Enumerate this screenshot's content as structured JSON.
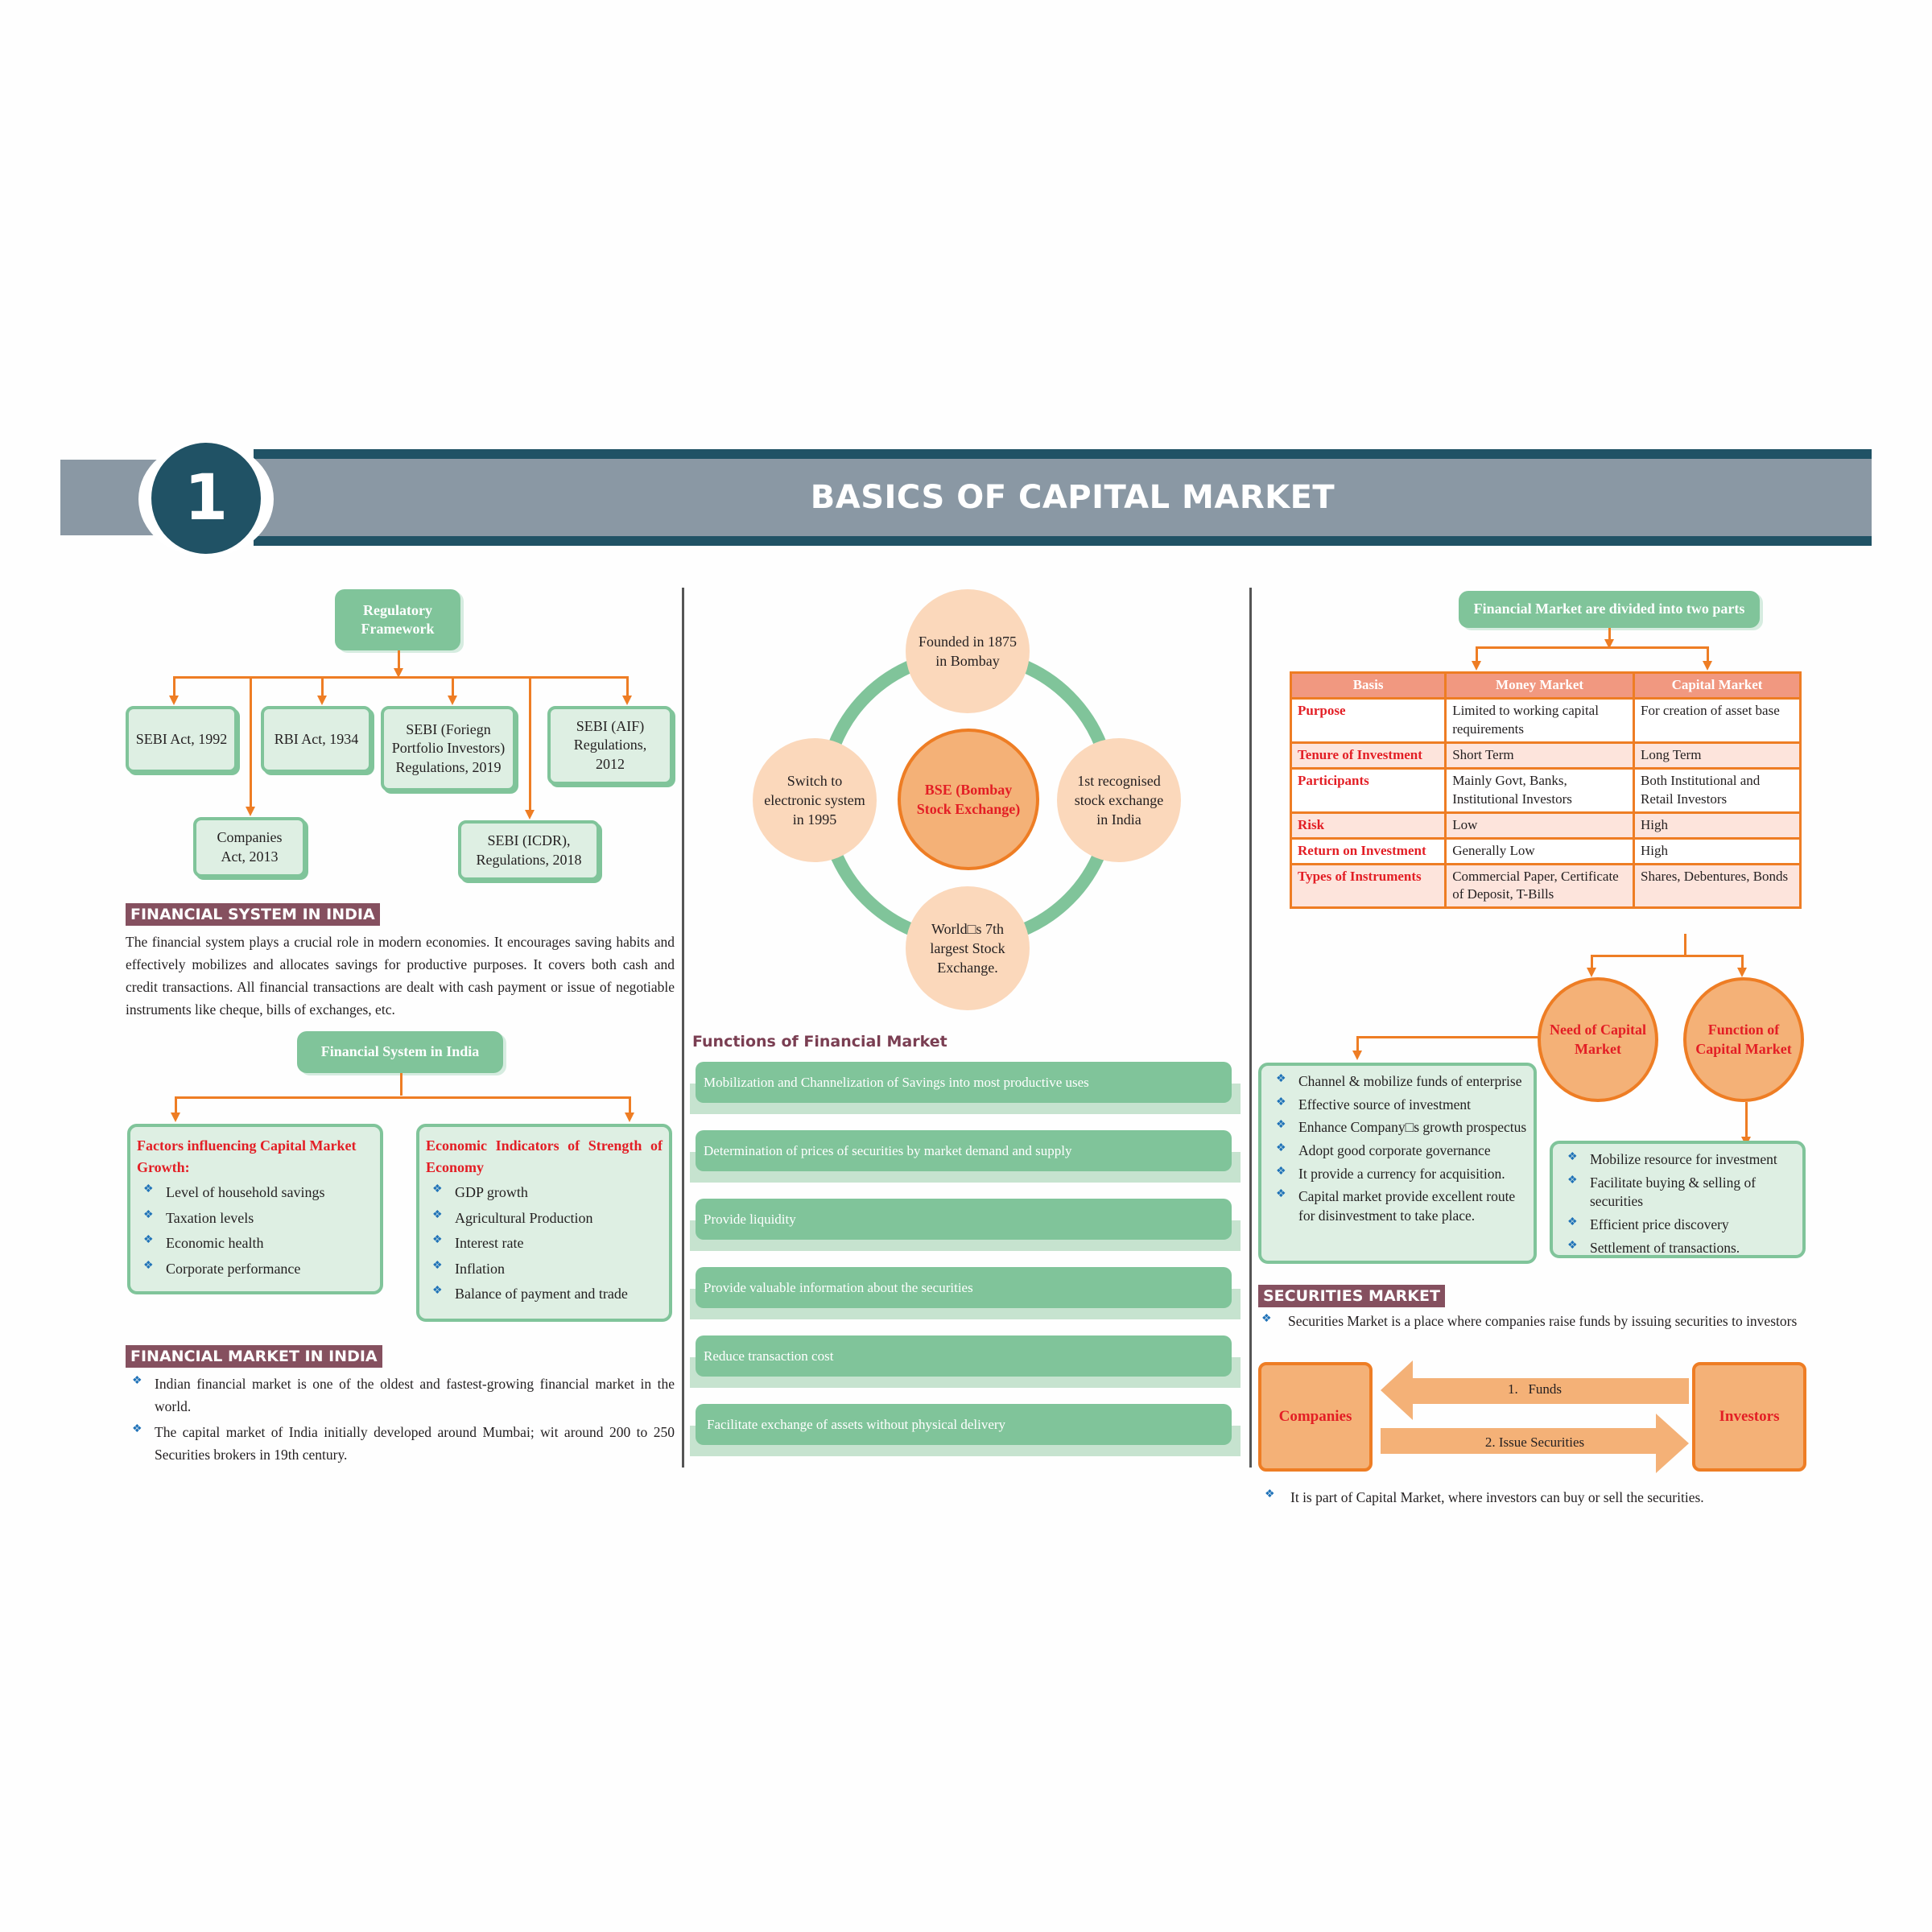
{
  "header": {
    "chapter_number": "1",
    "title": "BASICS OF CAPITAL MARKET"
  },
  "regulatory": {
    "root": "Regulatory Framework",
    "items": [
      "SEBI Act, 1992",
      "RBI Act, 1934",
      "SEBI (Foriegn Portfolio Investors) Regulations, 2019",
      "SEBI (AIF) Regulations, 2012",
      "Companies Act, 2013",
      "SEBI (ICDR), Regulations, 2018"
    ]
  },
  "financial_system": {
    "heading": "FINANCIAL SYSTEM IN INDIA",
    "paragraph": "The financial system plays a crucial role in modern economies. It encourages saving habits and effectively mobilizes and allocates savings for productive purposes. It covers both cash and credit transactions. All financial transactions are dealt with cash payment or issue of negotiable instruments like cheque, bills of exchanges, etc.",
    "root": "Financial System in India",
    "factors": {
      "title": "Factors influencing Capital Market Growth:",
      "items": [
        "Level of household savings",
        "Taxation levels",
        "Economic health",
        "Corporate performance"
      ]
    },
    "indicators": {
      "title": "Economic Indicators of Strength of Economy",
      "items": [
        "GDP growth",
        "Agricultural Production",
        "Interest rate",
        "Inflation",
        "Balance of payment and trade"
      ]
    }
  },
  "financial_market": {
    "heading": "FINANCIAL MARKET IN INDIA",
    "items": [
      "Indian financial market is one of the oldest and fastest-growing financial market in the world.",
      "The capital market of India initially developed around Mumbai; wit around 200 to 250 Securities brokers in 19th century."
    ]
  },
  "bse": {
    "center": "BSE (Bombay Stock Exchange)",
    "top": "Founded in 1875 in Bombay",
    "right": "1st recognised stock exchange in India",
    "bottom": "World□s 7th largest Stock Exchange.",
    "left": "Switch to electronic system in 1995"
  },
  "functions": {
    "title": "Functions of Financial Market",
    "items": [
      "Mobilization and Channelization of Savings into most productive uses",
      "Determination of prices of securities by market demand and supply",
      "Provide liquidity",
      "Provide valuable information about the securities",
      "Reduce transaction cost",
      "Facilitate exchange of assets without physical delivery"
    ]
  },
  "market_parts": {
    "root": "Financial Market are divided into two parts",
    "table": {
      "headers": [
        "Basis",
        "Money Market",
        "Capital Market"
      ],
      "rows": [
        [
          "Purpose",
          "Limited to working capital requirements",
          "For creation of asset base"
        ],
        [
          "Tenure of Investment",
          "Short Term",
          "Long Term"
        ],
        [
          "Participants",
          "Mainly Govt, Banks, Institutional Investors",
          "Both Institutional and Retail Investors"
        ],
        [
          "Risk",
          "Low",
          "High"
        ],
        [
          "Return on Investment",
          "Generally Low",
          "High"
        ],
        [
          "Types of Instruments",
          "Commercial Paper, Certificate of Deposit, T-Bills",
          "Shares, Debentures, Bonds"
        ]
      ]
    }
  },
  "capital_market": {
    "need_label": "Need of Capital Market",
    "function_label": "Function of Capital Market",
    "need_items": [
      "Channel & mobilize funds of enterprise",
      "Effective source of investment",
      "Enhance Company□s growth prospectus",
      "Adopt good corporate governance",
      "It provide a currency for acquisition.",
      "Capital market provide excellent route for disinvestment to take place."
    ],
    "function_items": [
      "Mobilize resource for investment",
      "Facilitate buying & selling of securities",
      "Efficient price discovery",
      "Settlement of transactions."
    ]
  },
  "securities_market": {
    "heading": "SECURITIES MARKET",
    "intro": "Securities Market is a place where companies raise funds by issuing securities to investors",
    "companies": "Companies",
    "investors": "Investors",
    "funds_label": "1.   Funds",
    "issue_label": "2. Issue Securities",
    "outro": "It is part of Capital Market, where investors can buy or sell the securities."
  },
  "bullet_glyph": "❖",
  "colors": {
    "header_gray": "#8a98a4",
    "header_dark": "#205265",
    "green": "#80c49a",
    "light_green": "#deefe3",
    "orange": "#ee7d24",
    "peach": "#fbd8bb",
    "section_tag": "#85505f",
    "red": "#e31e25"
  }
}
